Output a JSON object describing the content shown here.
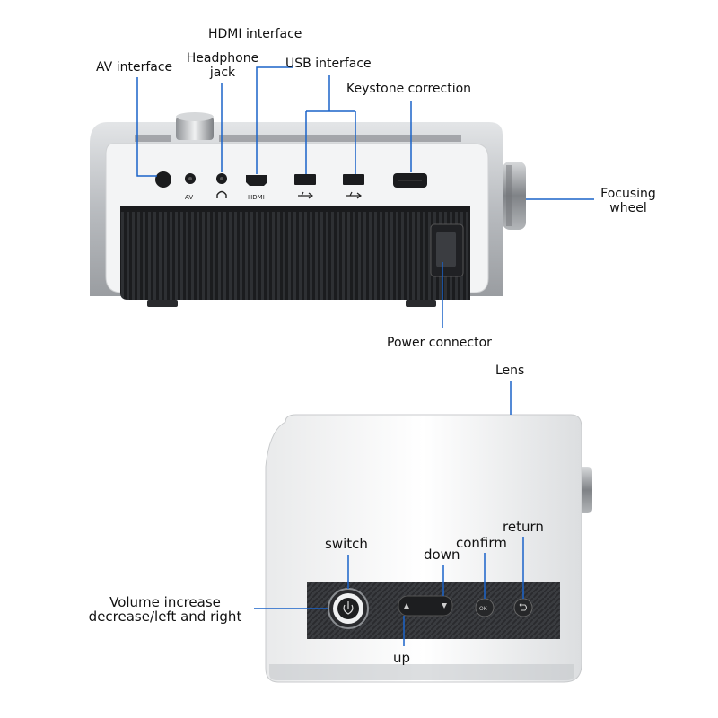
{
  "labels": {
    "hdmi": "HDMI interface",
    "headphone_line1": "Headphone",
    "headphone_line2": "jack",
    "av": "AV interface",
    "usb": "USB interface",
    "keystone": "Keystone correction",
    "focusing_line1": "Focusing",
    "focusing_line2": "wheel",
    "power": "Power connector",
    "lens": "Lens",
    "switch": "switch",
    "down": "down",
    "confirm": "confirm",
    "return": "return",
    "volume_line1": "Volume increase",
    "volume_line2": "decrease/left and right",
    "up": "up"
  },
  "port_marks": {
    "av": "AV",
    "hdmi": "HDMI",
    "ok": "OK"
  },
  "colors": {
    "callout_line": "#1a63c9",
    "body_silver": "#c9cccf",
    "panel_white": "#f6f7f8",
    "vent_dark": "#2b2d30",
    "control_strip": "#3a3c3f"
  },
  "icons": [
    "headphone-icon",
    "usb-icon",
    "power-icon",
    "return-icon",
    "arrow-up-icon",
    "arrow-down-icon"
  ]
}
